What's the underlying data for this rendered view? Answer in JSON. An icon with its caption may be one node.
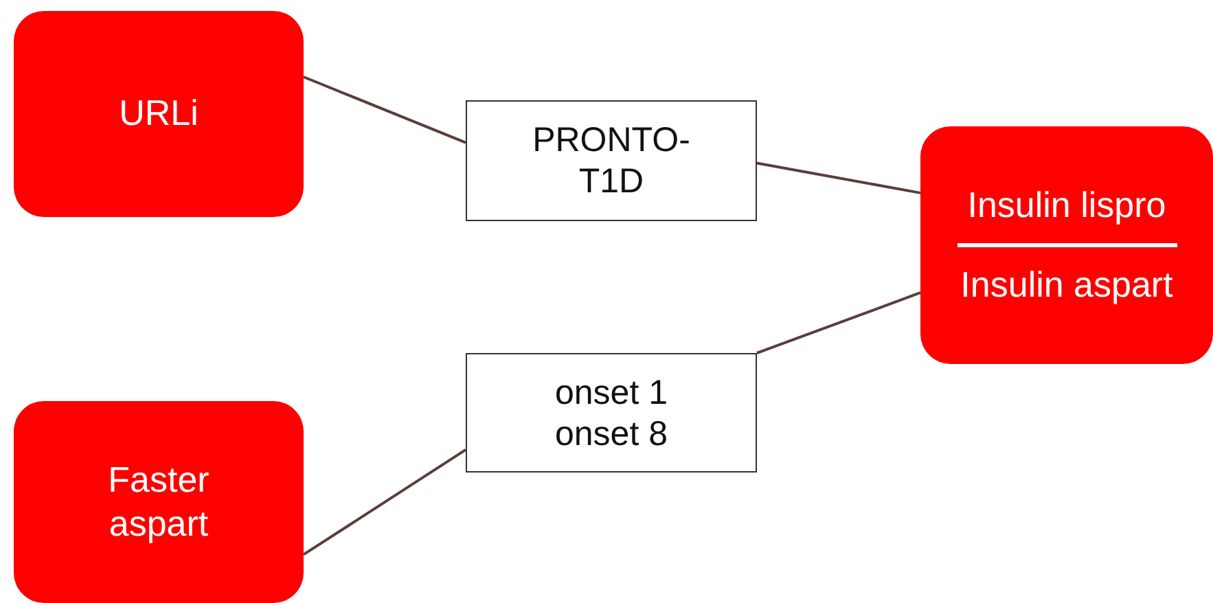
{
  "diagram": {
    "nodes": [
      {
        "text": [
          "URLi"
        ]
      },
      {
        "text": [
          "PRONTO-T1D"
        ]
      },
      {
        "text": [
          "Insulin lispro",
          "Insulin aspart"
        ]
      },
      {
        "text": [
          "onset 1",
          "onset 8"
        ]
      },
      {
        "text": [
          "Faster aspart"
        ]
      }
    ],
    "edges": [
      {
        "from": 0,
        "to": 1,
        "arrow": "none"
      },
      {
        "from": 1,
        "to": 2,
        "arrow": "none"
      },
      {
        "from": 3,
        "to": 2,
        "arrow": "none"
      },
      {
        "from": 4,
        "to": 3,
        "arrow": "none"
      }
    ]
  }
}
